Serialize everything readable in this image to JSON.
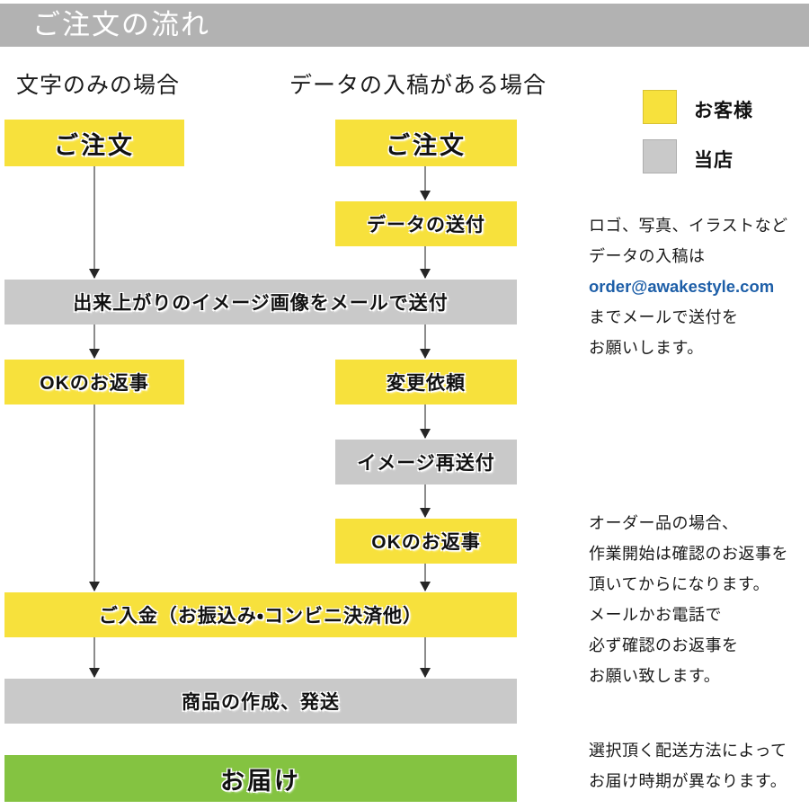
{
  "header": {
    "title": "ご注文の流れ",
    "bar_color": "#b2b2b2",
    "text_color": "#ffffff"
  },
  "columns": {
    "left_caption": "文字のみの場合",
    "right_caption": "データの入稿がある場合"
  },
  "legend": {
    "items": [
      {
        "label": "お客様",
        "color": "#f7e13c",
        "swatch_name": "customer"
      },
      {
        "label": "当店",
        "color": "#c9c9c9",
        "swatch_name": "shop"
      }
    ]
  },
  "flow": {
    "left": [
      {
        "id": "order",
        "label": "ご注文",
        "color": "#f7e13c"
      },
      {
        "id": "ok-reply",
        "label": "OKのお返事",
        "color": "#f7e13c"
      }
    ],
    "right": [
      {
        "id": "order",
        "label": "ご注文",
        "color": "#f7e13c"
      },
      {
        "id": "send-data",
        "label": "データの送付",
        "color": "#f7e13c"
      },
      {
        "id": "change-request",
        "label": "変更依頼",
        "color": "#f7e13c"
      },
      {
        "id": "resend-image",
        "label": "イメージ再送付",
        "color": "#c9c9c9"
      },
      {
        "id": "ok-reply",
        "label": "OKのお返事",
        "color": "#f7e13c"
      }
    ],
    "shared": [
      {
        "id": "send-image-mail",
        "label": "出来上がりのイメージ画像をメールで送付",
        "color": "#c9c9c9"
      },
      {
        "id": "payment",
        "label": "ご入金（お振込み・コンビニ決済他）",
        "color": "#f7e13c"
      },
      {
        "id": "make-ship",
        "label": "商品の作成、発送",
        "color": "#c9c9c9"
      },
      {
        "id": "delivery",
        "label": "お届け",
        "color": "#84c341"
      }
    ]
  },
  "notes": {
    "data_submission": {
      "lines": [
        "ロゴ、写真、イラストなど",
        "データの入稿は"
      ],
      "email": "order@awakestyle.com",
      "email_color": "#1e5fa8",
      "lines_after": [
        "までメールで送付を",
        "お願いします。"
      ]
    },
    "confirmation": {
      "lines": [
        "オーダー品の場合、",
        "作業開始は確認のお返事を",
        "頂いてからになります。",
        "メールかお電話で",
        "必ず確認のお返事を",
        "お願い致します。"
      ]
    },
    "shipping": {
      "lines": [
        "選択頂く配送方法によって",
        "お届け時期が異なります。"
      ]
    }
  }
}
